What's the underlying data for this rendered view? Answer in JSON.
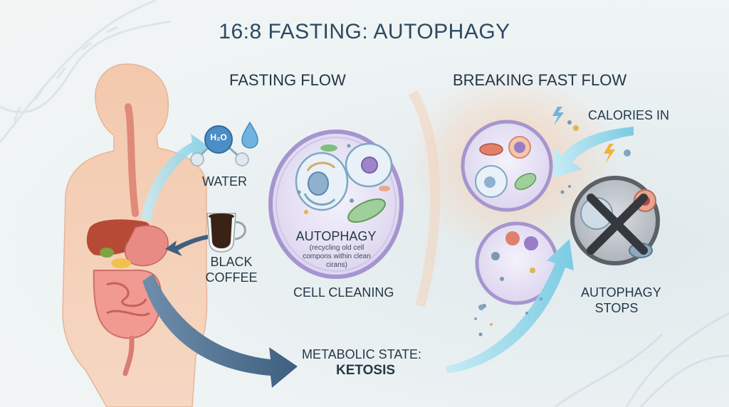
{
  "title": "16:8 FASTING: AUTOPHAGY",
  "fasting_flow": {
    "heading": "FASTING FLOW",
    "water_formula": "H₂O",
    "water_label": "WATER",
    "coffee_label_line1": "BLACK",
    "coffee_label_line2": "COFFEE",
    "autophagy_label": "AUTOPHAGY",
    "autophagy_caption": "(recycling old cell compons within clean cirans)",
    "cell_cleaning_label": "CELL CLEANING",
    "metabolic_label": "METABOLIC STATE:",
    "metabolic_value": "KETOSIS"
  },
  "breaking_fast_flow": {
    "heading": "BREAKING FAST FLOW",
    "calories_label": "CALORIES IN",
    "stops_line1": "AUTOPHAGY",
    "stops_line2": "STOPS"
  },
  "colors": {
    "title": "#2c4a63",
    "body": "#f0c2a4",
    "cell_membrane": "#b7a8d6",
    "arrow_dark": "#4f6f90",
    "arrow_light": "#8fd2e8",
    "stop_cross": "#3a3a3a"
  },
  "icons": [
    "dna-helix-icon",
    "water-molecule-icon",
    "water-drop-icon",
    "coffee-cup-icon",
    "lightning-icon",
    "cross-icon"
  ]
}
